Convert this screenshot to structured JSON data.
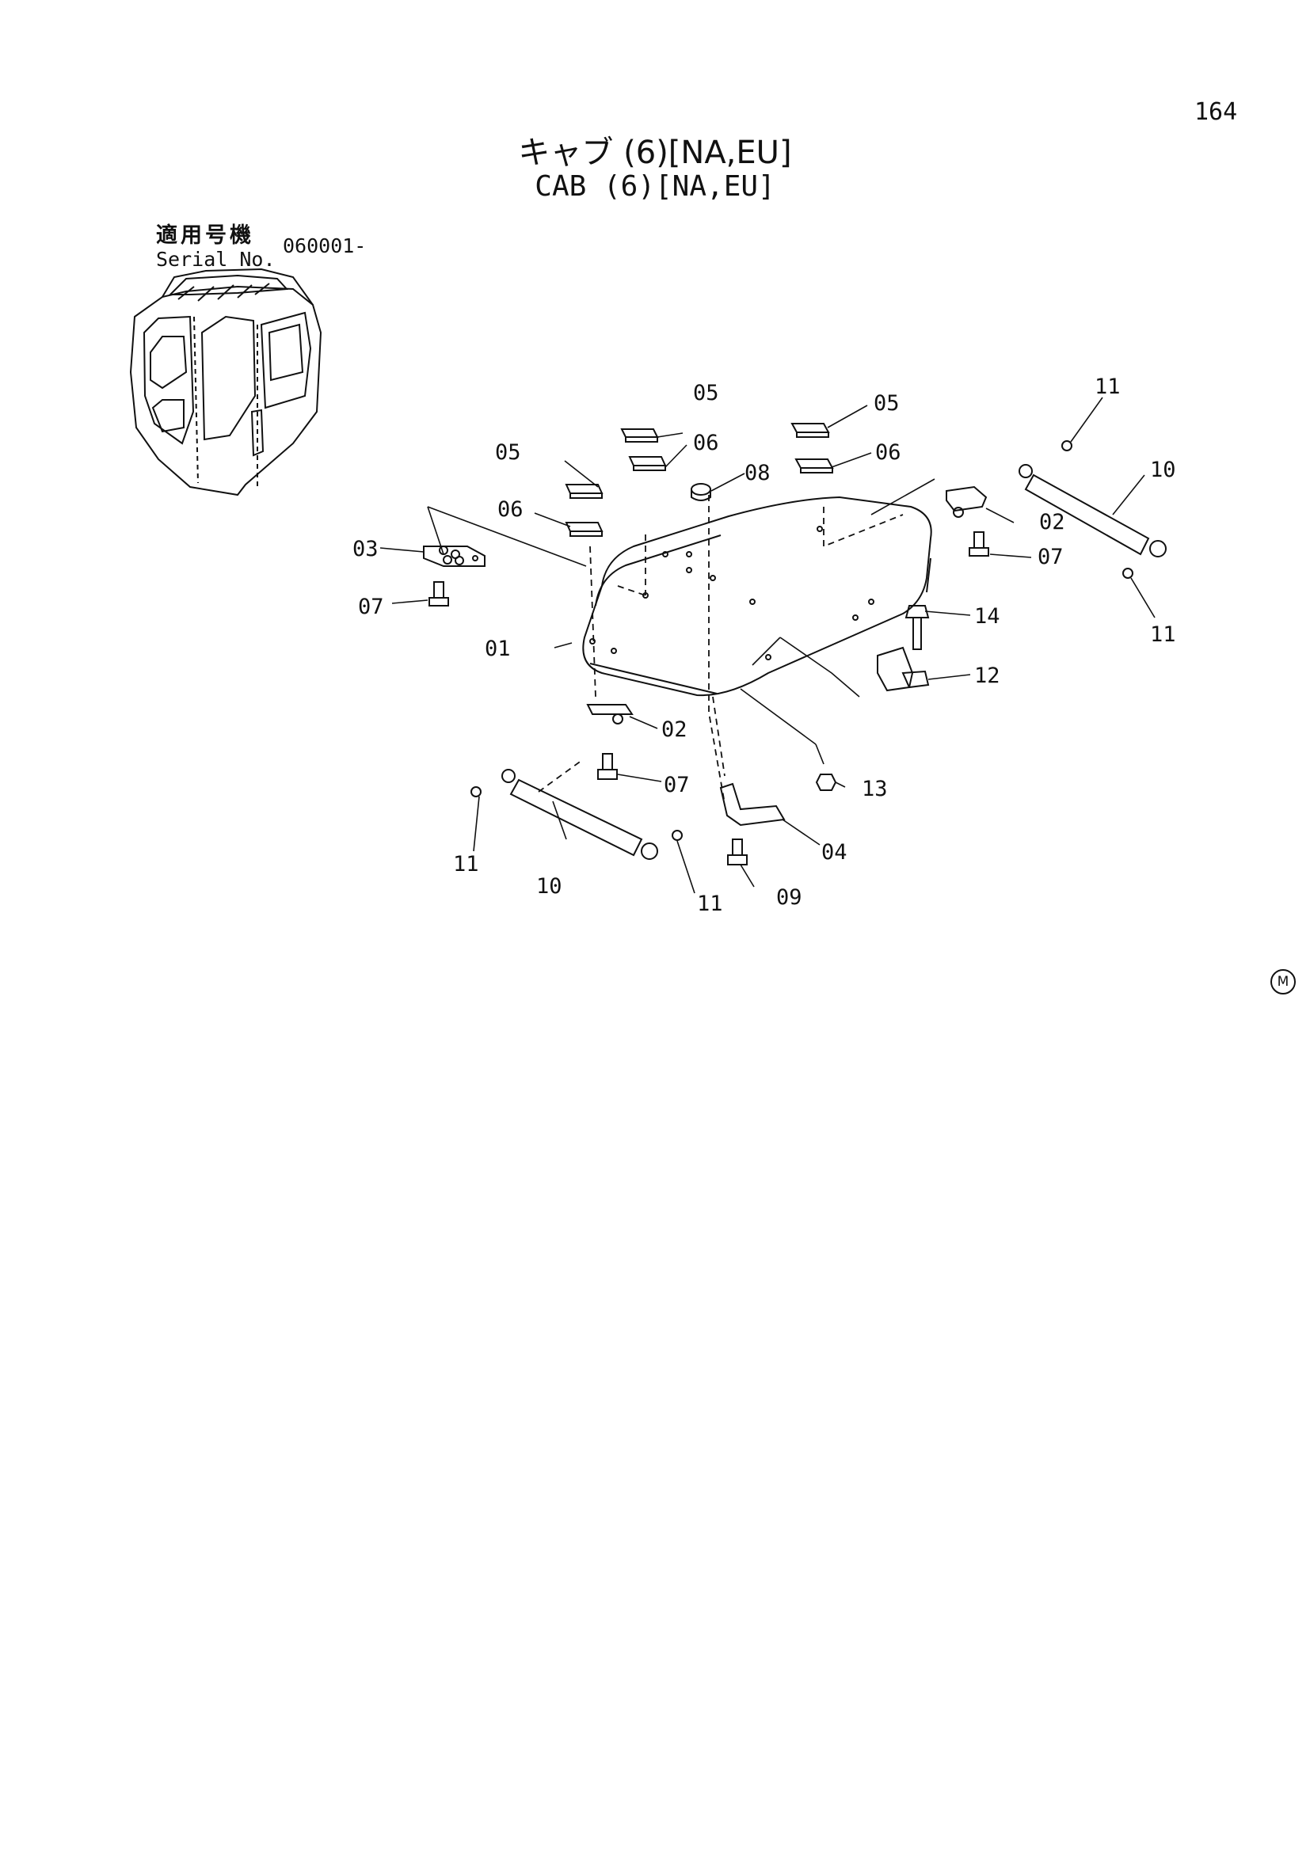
{
  "page_number": "164",
  "title_ja": "キャブ (6)[NA,EU]",
  "title_en": "CAB (6)[NA,EU]",
  "serial": {
    "label_ja": "適用号機",
    "label_en": "Serial No.",
    "value": "060001-"
  },
  "callouts": {
    "c01": "01",
    "c02a": "02",
    "c02b": "02",
    "c03": "03",
    "c04": "04",
    "c05a": "05",
    "c05b": "05",
    "c05c": "05",
    "c06a": "06",
    "c06b": "06",
    "c06c": "06",
    "c07a": "07",
    "c07b": "07",
    "c07c": "07",
    "c08": "08",
    "c09": "09",
    "c10a": "10",
    "c10b": "10",
    "c11a": "11",
    "c11b": "11",
    "c11c": "11",
    "c11d": "11",
    "c12": "12",
    "c13": "13",
    "c14": "14"
  },
  "corner_mark": "M"
}
